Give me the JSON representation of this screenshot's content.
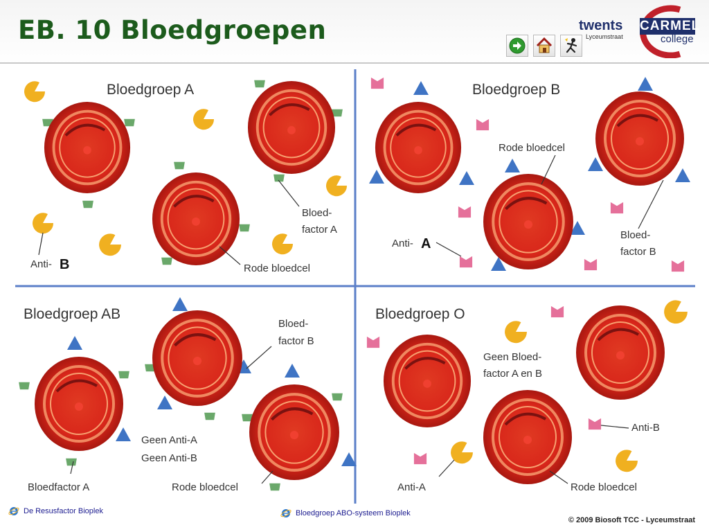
{
  "page": {
    "title": "EB. 10 Bloedgroepen"
  },
  "nav": {
    "icons": [
      "next-arrow-icon",
      "home-icon",
      "exit-figure-icon"
    ]
  },
  "logo": {
    "line1": "twents",
    "line2": "Lyceumstraat",
    "brand": "CARMEL",
    "brand_sub": "college"
  },
  "diagram": {
    "panel_a": {
      "title": "Bloedgroep A",
      "label_factor": [
        "Bloed-",
        "factor A"
      ],
      "label_cell": "Rode bloedcel",
      "label_anti_prefix": "Anti-",
      "label_anti_letter": "B"
    },
    "panel_b": {
      "title": "Bloedgroep B",
      "label_cell": "Rode bloedcel",
      "label_factor": [
        "Bloed-",
        "factor B"
      ],
      "label_anti_prefix": "Anti-",
      "label_anti_letter": "A"
    },
    "panel_ab": {
      "title": "Bloedgroep AB",
      "label_factor_b": [
        "Bloed-",
        "factor B"
      ],
      "label_geen": [
        "Geen Anti-A",
        "Geen Anti-B"
      ],
      "label_factor_a": "Bloedfactor A",
      "label_cell": "Rode bloedcel"
    },
    "panel_o": {
      "title": "Bloedgroep O",
      "label_geen": [
        "Geen Bloed-",
        "factor A en B"
      ],
      "label_anti_b": "Anti-B",
      "label_anti_a": "Anti-A",
      "label_cell": "Rode bloedcel"
    }
  },
  "footer": {
    "link1": "De Resusfactor Bioplek",
    "link2": "Bloedgroep ABO-systeem Bioplek",
    "copyright": "© 2009 Biosoft  TCC - Lyceumstraat"
  },
  "colors": {
    "title": "#1c5b1c",
    "cell": "#d8261a",
    "factor_a": "#6aa86a",
    "factor_b": "#3f74c4",
    "anti_a": "#e5709a",
    "anti_b": "#f0b020",
    "divider": "#5b7fc8"
  }
}
